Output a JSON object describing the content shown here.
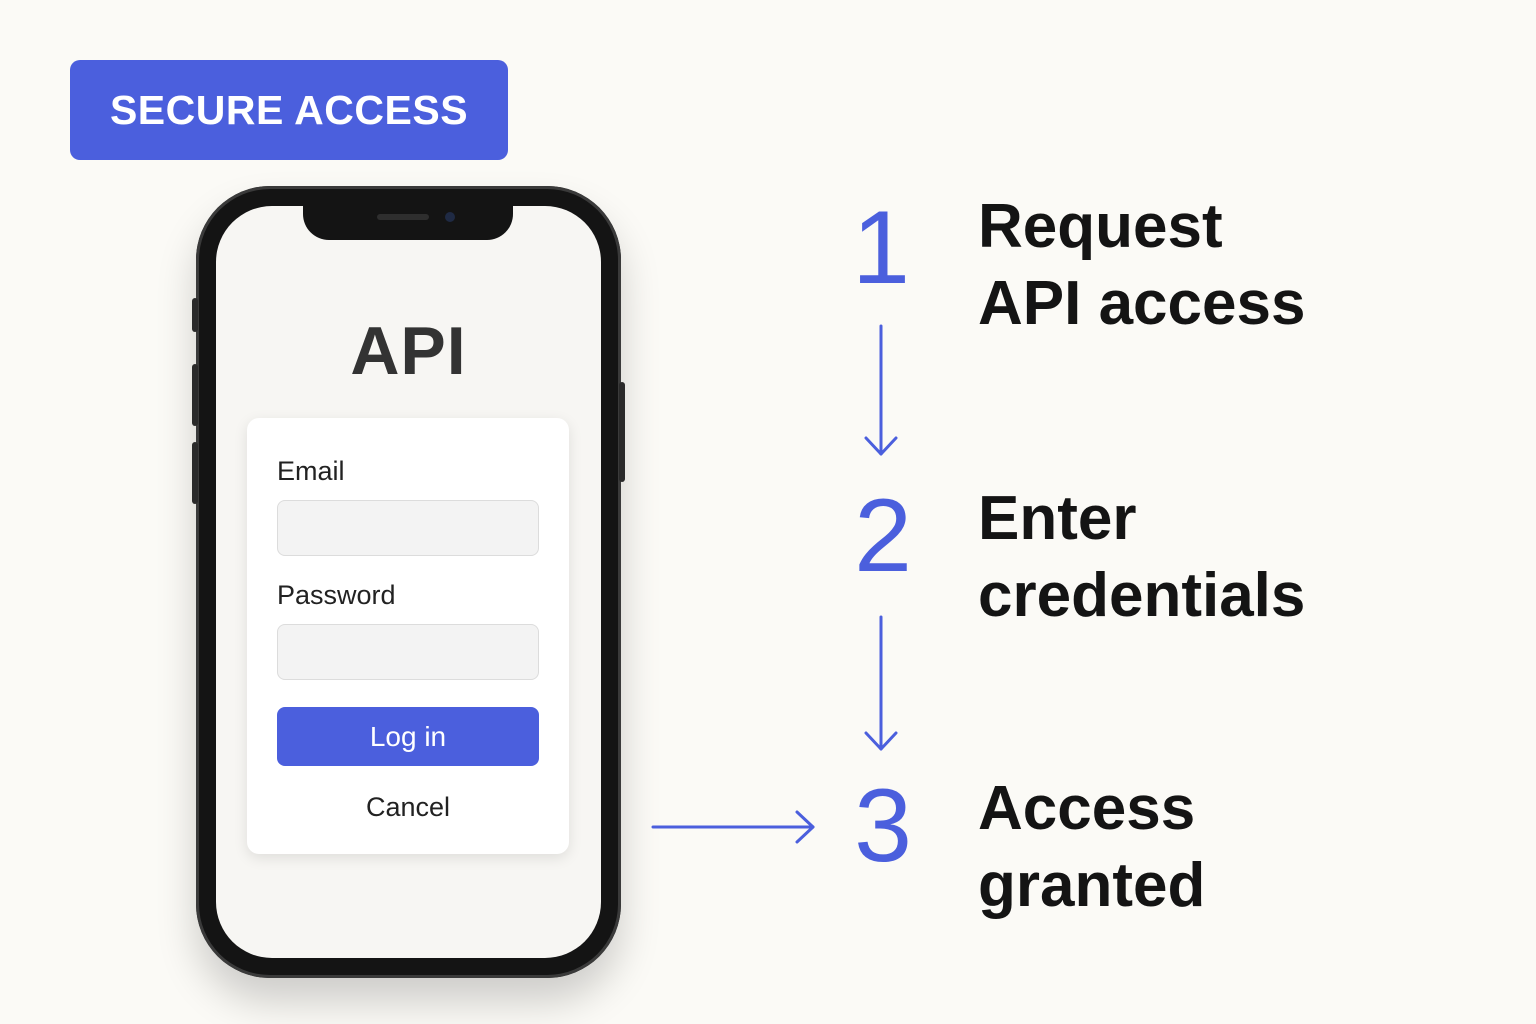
{
  "badge": {
    "label": "SECURE ACCESS"
  },
  "phone": {
    "app_title": "API",
    "form": {
      "email_label": "Email",
      "email_value": "",
      "password_label": "Password",
      "password_value": "",
      "login_label": "Log in",
      "cancel_label": "Cancel"
    }
  },
  "steps": [
    {
      "number": "1",
      "line1": "Request",
      "line2": "API access"
    },
    {
      "number": "2",
      "line1": "Enter",
      "line2": "credentials"
    },
    {
      "number": "3",
      "line1": "Access",
      "line2": "granted"
    }
  ],
  "colors": {
    "accent": "#4b5fdd",
    "background": "#fbfaf6",
    "text": "#141414"
  }
}
